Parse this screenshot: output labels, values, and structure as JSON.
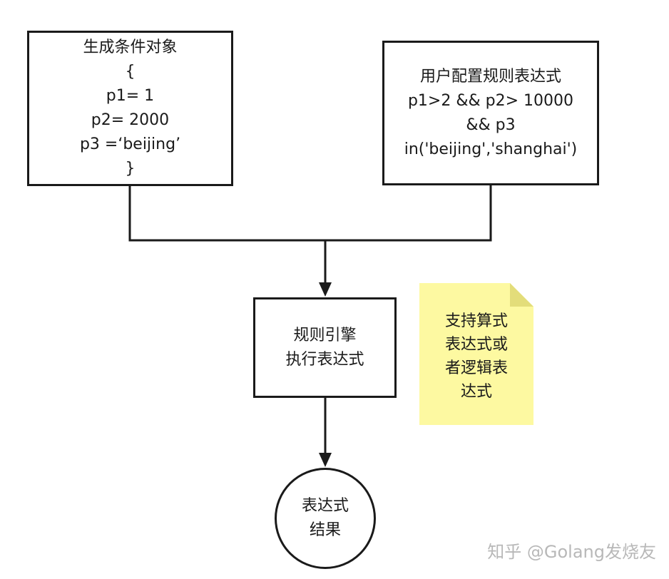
{
  "conditions_box": {
    "lines": [
      "生成条件对象",
      "{",
      "p1= 1",
      "p2= 2000",
      "p3 =‘beijing’",
      "}"
    ]
  },
  "rules_box": {
    "lines": [
      "用户配置规则表达式",
      "p1>2 && p2> 10000",
      "&& p3",
      "in('beijing','shanghai')"
    ]
  },
  "engine_box": {
    "lines": [
      "规则引擎",
      "执行表达式"
    ]
  },
  "result_node": {
    "lines": [
      "表达式",
      "结果"
    ]
  },
  "note": {
    "lines": [
      "支持算式",
      "表达式或",
      "者逻辑表",
      "达式"
    ],
    "fill_color": "#fdf9a1",
    "fold_color": "#e3dd7a"
  },
  "watermark": {
    "text": "知乎 @Golang发烧友"
  },
  "colors": {
    "stroke": "#1a1a1a",
    "background": "#ffffff"
  }
}
